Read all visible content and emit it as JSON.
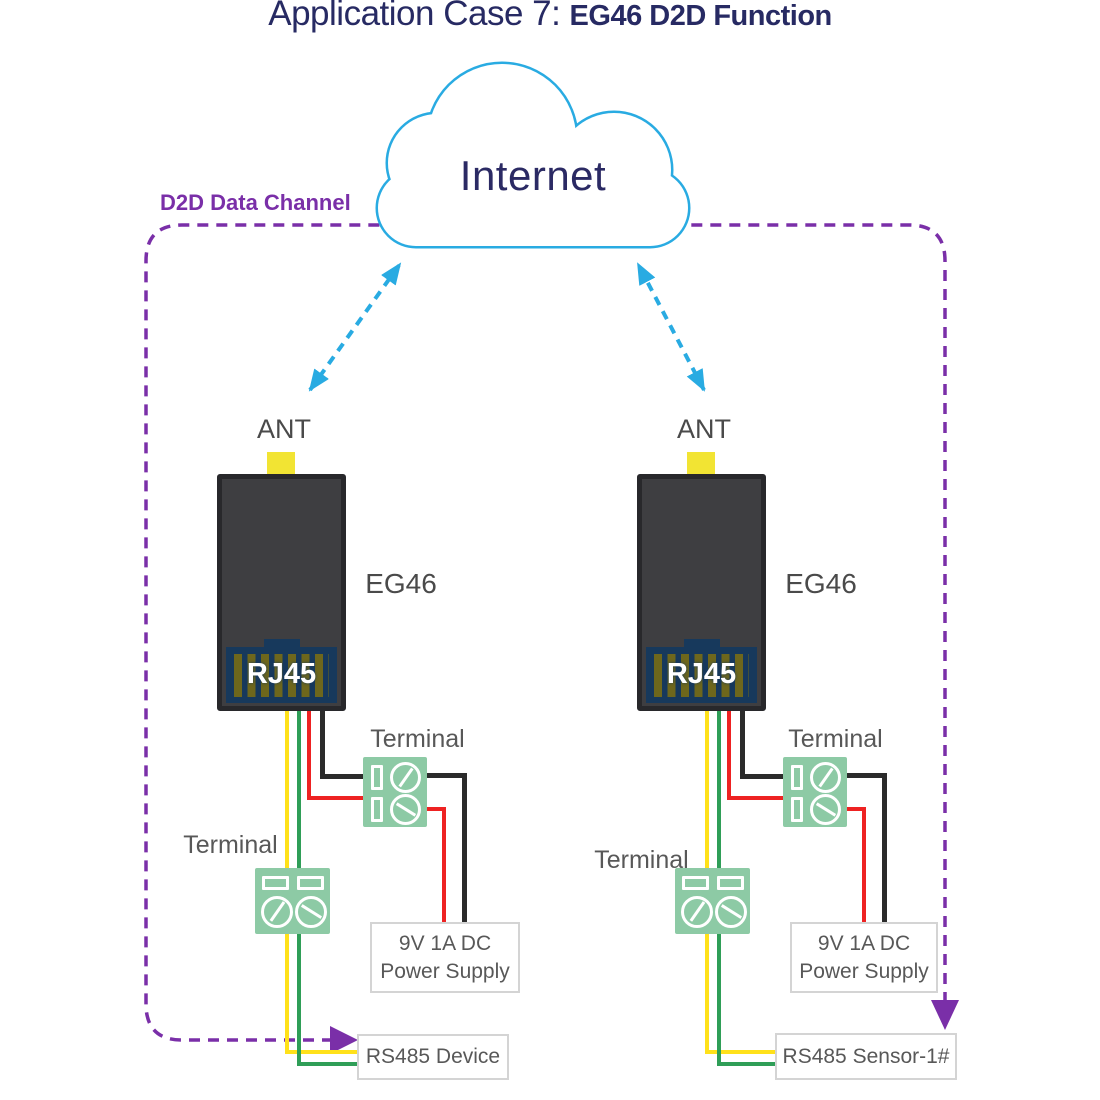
{
  "title": {
    "prefix": "Application Case 7: ",
    "suffix": "EG46 D2D Function"
  },
  "cloud": {
    "label": "Internet"
  },
  "d2d_channel": {
    "label": "D2D Data Channel"
  },
  "devices": [
    {
      "ant_label": "ANT",
      "model": "EG46",
      "port_label": "RJ45",
      "upper_terminal_label": "Terminal",
      "lower_terminal_label": "Terminal",
      "power_supply": {
        "line1": "9V 1A DC",
        "line2": "Power Supply"
      },
      "endpoint": "RS485 Device"
    },
    {
      "ant_label": "ANT",
      "model": "EG46",
      "port_label": "RJ45",
      "upper_terminal_label": "Terminal",
      "lower_terminal_label": "Terminal",
      "power_supply": {
        "line1": "9V 1A DC",
        "line2": "Power Supply"
      },
      "endpoint": "RS485 Sensor-1#"
    }
  ],
  "colors": {
    "title_navy": "#272a63",
    "cloud_blue": "#29abe2",
    "channel_purple": "#7a2fa8",
    "terminal_green": "#8dcaa5",
    "rj45_navy": "#17395c",
    "pin_gold": "#6e671c",
    "wire_yellow": "#ffe11a",
    "wire_green": "#2f9e57",
    "wire_red": "#ee2222",
    "wire_black": "#2b2b2b",
    "device_body": "#3e3e41"
  }
}
